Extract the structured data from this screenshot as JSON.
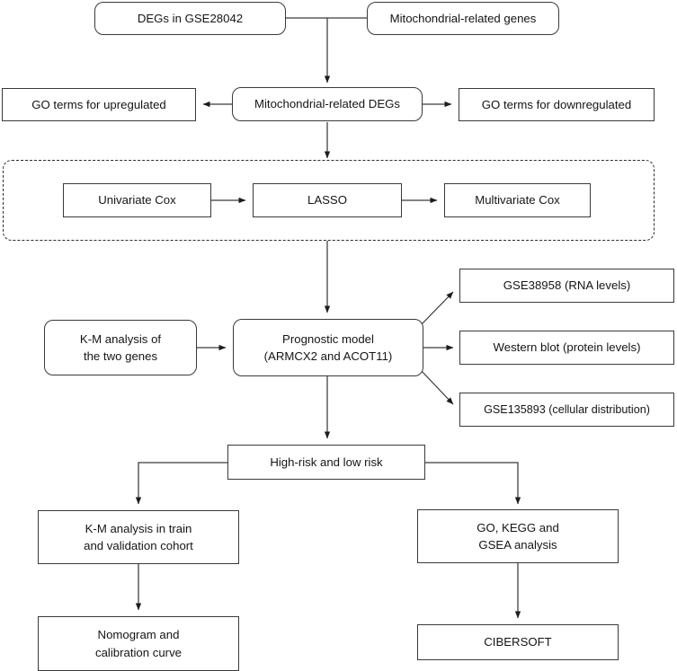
{
  "figure": {
    "type": "flowchart",
    "title": "Study workflow for mitochondrial-related prognostic model",
    "background_color": "#ffffff",
    "line_color": "#3a3a3a",
    "text_color": "#151515"
  },
  "nodes": {
    "degs_gse28042": {
      "label": "DEGs in GSE28042",
      "shape": "rounded-rect"
    },
    "mito_genes": {
      "label": "Mitochondrial-related genes",
      "shape": "rounded-rect"
    },
    "go_upregulated": {
      "label": "GO terms for upregulated",
      "shape": "rect"
    },
    "mito_degs": {
      "label": "Mitochondrial-related DEGs",
      "shape": "rounded-rect"
    },
    "go_downregulated": {
      "label": "GO terms for downregulated",
      "shape": "rect"
    },
    "univariate_cox": {
      "label": "Univariate Cox",
      "shape": "rect"
    },
    "lasso": {
      "label": "LASSO",
      "shape": "rect"
    },
    "multivariate_cox": {
      "label": "Multivariate Cox",
      "shape": "rect"
    },
    "km_two_genes": {
      "label": "K-M analysis of\nthe two genes",
      "shape": "rounded-rect"
    },
    "prognostic_model": {
      "label": "Prognostic model\n(ARMCX2 and ACOT11)",
      "shape": "rounded-rect"
    },
    "gse38958": {
      "label": "GSE38958 (RNA levels)",
      "shape": "rect"
    },
    "western_blot": {
      "label": "Western blot (protein levels)",
      "shape": "rect"
    },
    "gse135893": {
      "label": "GSE135893 (cellular distribution)",
      "shape": "rect"
    },
    "risk_groups": {
      "label": "High-risk and low risk",
      "shape": "rect"
    },
    "km_train_validation": {
      "label": "K-M analysis in train\nand validation cohort",
      "shape": "rect"
    },
    "go_kegg_gsea": {
      "label": "GO, KEGG and\nGSEA analysis",
      "shape": "rect"
    },
    "nomogram": {
      "label": "Nomogram and\ncalibration curve",
      "shape": "rect"
    },
    "cibersoft": {
      "label": "CIBERSOFT",
      "shape": "rect"
    }
  },
  "groups": {
    "cox_pipeline": {
      "style": "dashed-border",
      "members": [
        "univariate_cox",
        "lasso",
        "multivariate_cox"
      ]
    }
  },
  "edges": [
    {
      "from": "degs_gse28042",
      "to": "mito_degs",
      "arrow": "end"
    },
    {
      "from": "mito_genes",
      "to": "mito_degs",
      "arrow": "end"
    },
    {
      "from": "mito_degs",
      "to": "go_upregulated",
      "arrow": "end"
    },
    {
      "from": "mito_degs",
      "to": "go_downregulated",
      "arrow": "end"
    },
    {
      "from": "mito_degs",
      "to": "cox_pipeline",
      "arrow": "end"
    },
    {
      "from": "univariate_cox",
      "to": "lasso",
      "arrow": "end"
    },
    {
      "from": "lasso",
      "to": "multivariate_cox",
      "arrow": "end"
    },
    {
      "from": "cox_pipeline",
      "to": "prognostic_model",
      "arrow": "end"
    },
    {
      "from": "km_two_genes",
      "to": "prognostic_model",
      "arrow": "end"
    },
    {
      "from": "prognostic_model",
      "to": "gse38958",
      "arrow": "end"
    },
    {
      "from": "prognostic_model",
      "to": "western_blot",
      "arrow": "end"
    },
    {
      "from": "prognostic_model",
      "to": "gse135893",
      "arrow": "end"
    },
    {
      "from": "prognostic_model",
      "to": "risk_groups",
      "arrow": "end"
    },
    {
      "from": "risk_groups",
      "to": "km_train_validation",
      "arrow": "end"
    },
    {
      "from": "risk_groups",
      "to": "go_kegg_gsea",
      "arrow": "end"
    },
    {
      "from": "km_train_validation",
      "to": "nomogram",
      "arrow": "end"
    },
    {
      "from": "go_kegg_gsea",
      "to": "cibersoft",
      "arrow": "end"
    }
  ]
}
